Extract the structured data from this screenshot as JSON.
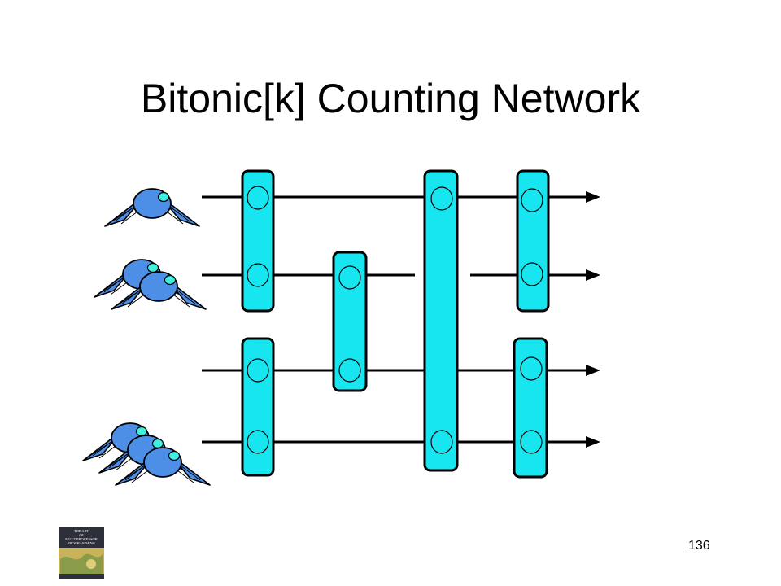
{
  "slide": {
    "title": "Bitonic[k] Counting Network",
    "page_number": "136"
  },
  "book_cover": {
    "lines": [
      "THE ART",
      "OF",
      "MULTIPROCESSOR",
      "PROGRAMMING"
    ]
  },
  "diagram": {
    "colors": {
      "balancer_fill": "#17e6f0",
      "balancer_stroke": "#000000",
      "bird_body": "#4d8ee6",
      "bird_eye": "#3ef0e0",
      "wire": "#000000",
      "book_cover": "#c9b35a"
    },
    "icons": [
      "bird-token-icon",
      "balancer-toggle-icon",
      "arrow-head-icon",
      "book-cover-icon"
    ],
    "wires": 4,
    "balancer_columns": [
      {
        "column": 1,
        "balancers": [
          {
            "wires": [
              1,
              2
            ]
          },
          {
            "wires": [
              3,
              4
            ]
          }
        ]
      },
      {
        "column": 2,
        "balancers": [
          {
            "wires": [
              2,
              3
            ]
          }
        ]
      },
      {
        "column": 3,
        "balancers": [
          {
            "wires": [
              1,
              4
            ]
          }
        ]
      },
      {
        "column": 4,
        "balancers": [
          {
            "wires": [
              1,
              2
            ]
          },
          {
            "wires": [
              3,
              4
            ]
          }
        ]
      }
    ],
    "token_groups": [
      {
        "wire": 1,
        "tokens": 1
      },
      {
        "wire": 2,
        "tokens": 2
      },
      {
        "wire": 4,
        "tokens": 3
      }
    ]
  }
}
